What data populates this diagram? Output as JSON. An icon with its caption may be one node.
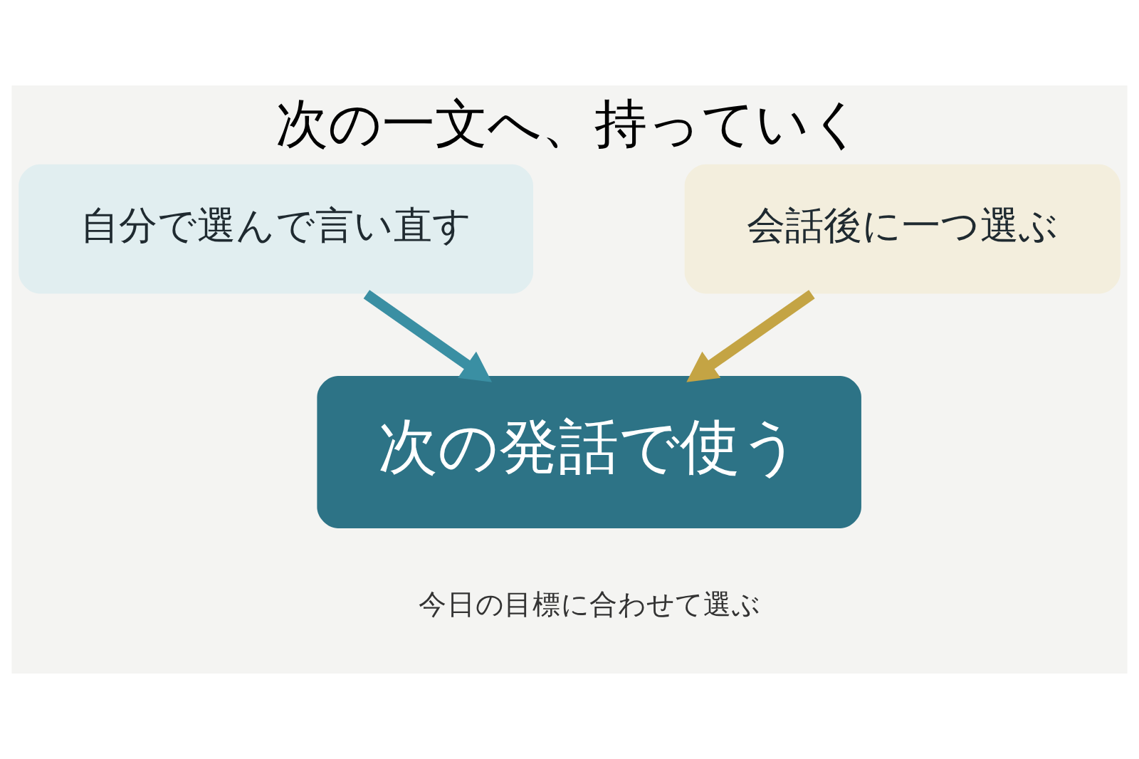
{
  "diagram": {
    "title": "次の一文へ、持っていく",
    "nodes": [
      {
        "text": [
          "自分で選んで言い直す"
        ]
      },
      {
        "text": [
          "会話後に一つ選ぶ"
        ]
      },
      {
        "text": [
          "次の発話で使う"
        ],
        "beside": [
          "今日の目標に合わせて選ぶ"
        ]
      }
    ],
    "edges": [
      {
        "from": 0,
        "to": 2,
        "arrow": "to",
        "color": "#3a8fa3"
      },
      {
        "from": 1,
        "to": 2,
        "arrow": "to",
        "color": "#c4a444"
      }
    ]
  }
}
